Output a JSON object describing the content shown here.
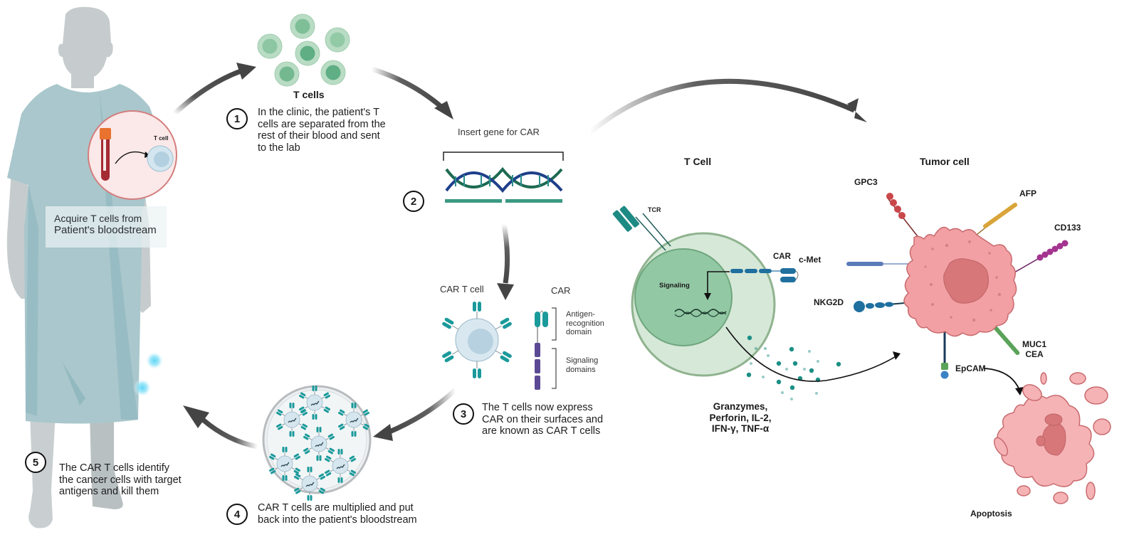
{
  "figure": {
    "title": "CAR T cell therapy workflow and mechanism",
    "colors": {
      "arrow": "#444444",
      "gown": "#a9c7cc",
      "gown_shadow": "#8fb6bd",
      "skin": "#c5cbcd",
      "t_cell_green": "#7dbf95",
      "car_teal": "#1b9a9b",
      "car_purple": "#5b4a93",
      "tumor_pink": "#f2a0a3",
      "tumor_nucleus": "#d8777a",
      "cell_membrane": "#8fb38f"
    }
  },
  "patient": {
    "acquire_label_line1": "Acquire T cells from",
    "acquire_label_line2": "Patient's bloodstream",
    "inset_t_cell_label": "T cell"
  },
  "steps": [
    {
      "number": "1",
      "lines": [
        "In the clinic, the patient's T",
        "cells are separated from the",
        "rest of their blood and sent",
        "to the lab"
      ]
    },
    {
      "number": "2",
      "lines": []
    },
    {
      "number": "3",
      "lines": [
        "The T cells now express",
        "CAR on their surfaces and",
        "are known as CAR T cells"
      ]
    },
    {
      "number": "4",
      "lines": [
        "CAR T cells are multiplied and put",
        "back into the patient's bloodstream"
      ]
    },
    {
      "number": "5",
      "lines": [
        "The CAR T cells identify",
        "the cancer cells with target",
        "antigens and kill them"
      ]
    }
  ],
  "t_cells_cluster": {
    "label": "T cells"
  },
  "gene_insert": {
    "label": "Insert gene for CAR"
  },
  "car_t_cell": {
    "label": "CAR T cell",
    "car_label": "CAR",
    "antigen_domain_lines": [
      "Antigen-",
      "recognition",
      "domain"
    ],
    "signaling_domain_lines": [
      "Signaling",
      "domains"
    ]
  },
  "mechanism": {
    "t_cell_title": "T Cell",
    "tumor_title": "Tumor cell",
    "tcr_label": "TCR",
    "car_label": "CAR",
    "signaling_label": "Signaling",
    "secreted_lines": [
      "Granzymes,",
      "Perforin, IL-2,",
      "IFN-γ, TNF-α"
    ],
    "apoptosis_label": "Apoptosis",
    "antigens": [
      {
        "name": "GPC3",
        "color": "#c9474a"
      },
      {
        "name": "AFP",
        "color": "#d9a53a"
      },
      {
        "name": "CD133",
        "color": "#a3348f"
      },
      {
        "name": "c-Met",
        "color": "#5b7bb8"
      },
      {
        "name": "NKG2D",
        "color": "#1f6f9f"
      },
      {
        "name": "MUC1",
        "color": "#5aa35a"
      },
      {
        "name": "CEA",
        "color": "#5aa35a"
      },
      {
        "name": "EpCAM",
        "color": "#3b82c4"
      }
    ]
  }
}
